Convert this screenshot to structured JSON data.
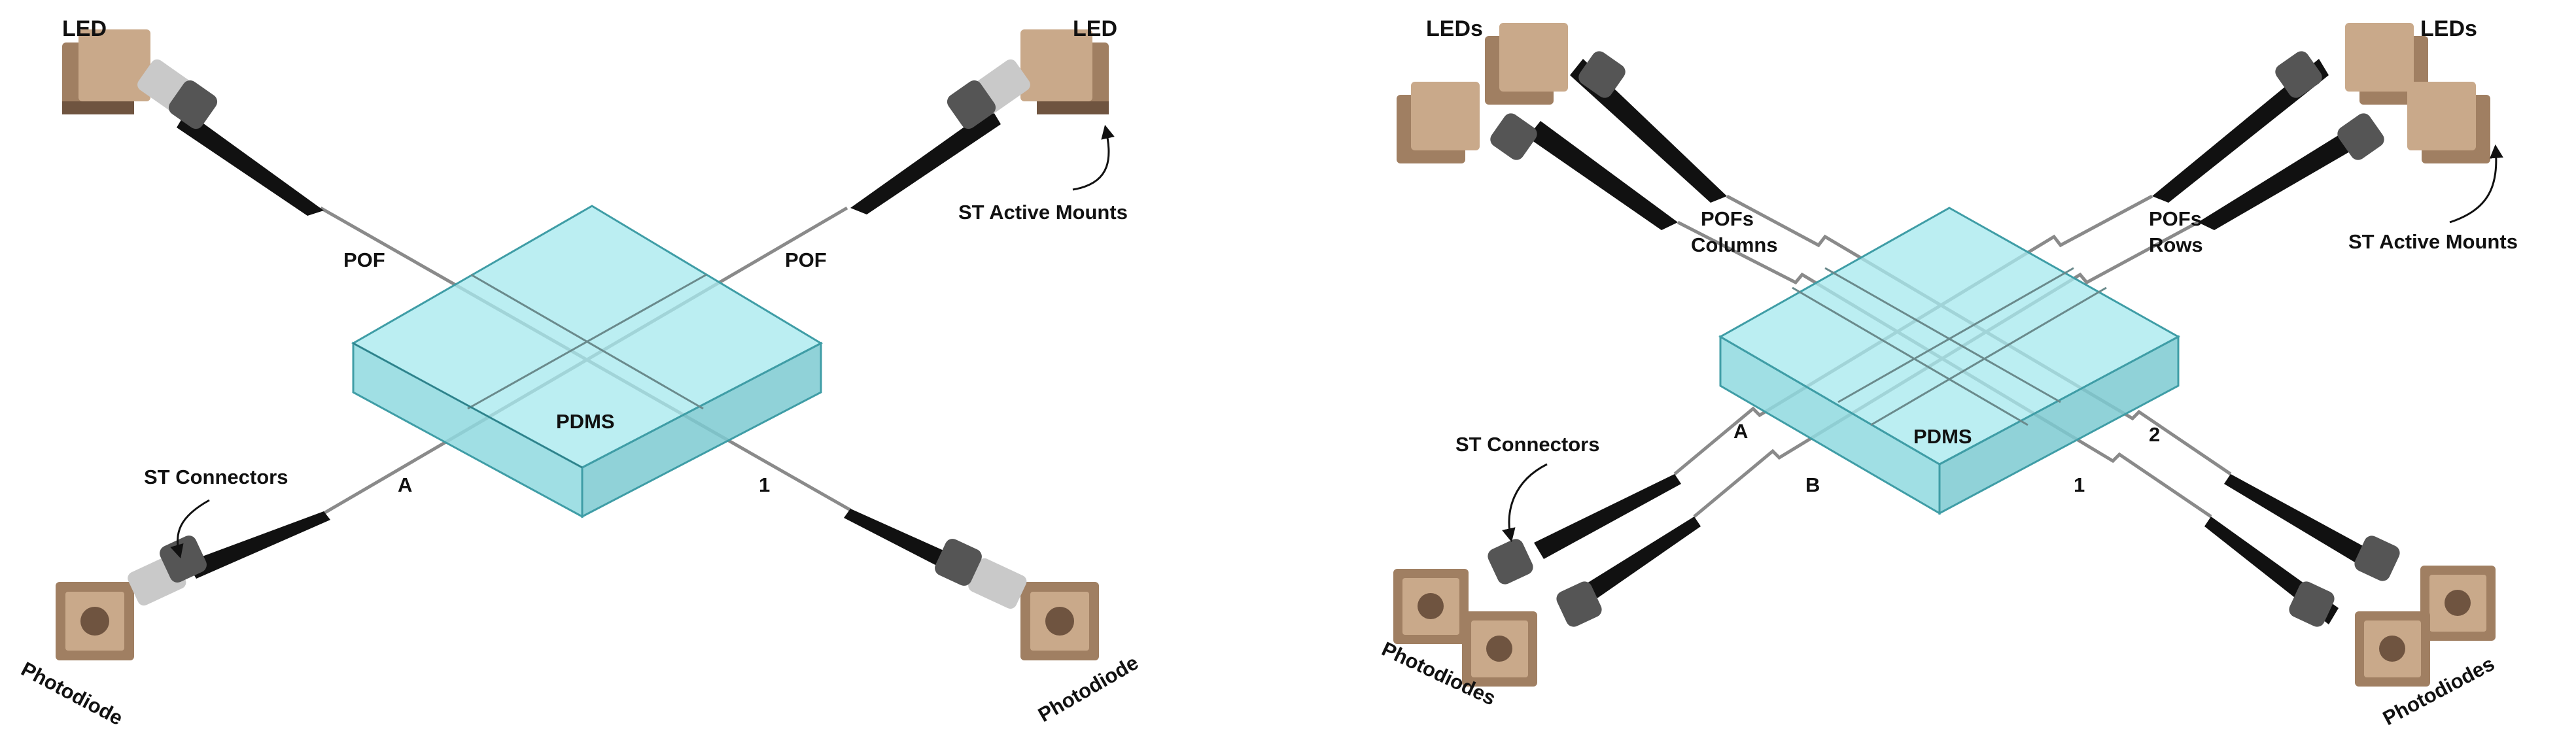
{
  "colors": {
    "slab_top": "#a8e9ee",
    "slab_front": "#8fd9df",
    "slab_side": "#7ccad1",
    "slab_edge": "#3f9da6",
    "fiber": "#8a8a8a",
    "cable": "#111111",
    "mount_body": "#a07f62",
    "mount_face": "#c9a98a",
    "mount_dark": "#6f5440",
    "connector_metal": "#c9c9c9",
    "knurl": "#555555",
    "label": "#111111"
  },
  "left_panel": {
    "led_top_left": "LED",
    "led_top_right": "LED",
    "fiber_left": "POF",
    "fiber_right": "POF",
    "mounts_label": "ST Active Mounts",
    "slab_label": "PDMS",
    "port_a": "A",
    "port_1": "1",
    "connectors_label": "ST Connectors",
    "photodiode_left": "Photodiode",
    "photodiode_right": "Photodiode"
  },
  "right_panel": {
    "leds_left": "LEDs",
    "leds_right": "LEDs",
    "pofs_columns_line1": "POFs",
    "pofs_columns_line2": "Columns",
    "pofs_rows_line1": "POFs",
    "pofs_rows_line2": "Rows",
    "mounts_label": "ST Active Mounts",
    "slab_label": "PDMS",
    "port_a": "A",
    "port_b": "B",
    "port_1": "1",
    "port_2": "2",
    "connectors_label": "ST Connectors",
    "photodiodes_left": "Photodiodes",
    "photodiodes_right": "Photodiodes"
  }
}
